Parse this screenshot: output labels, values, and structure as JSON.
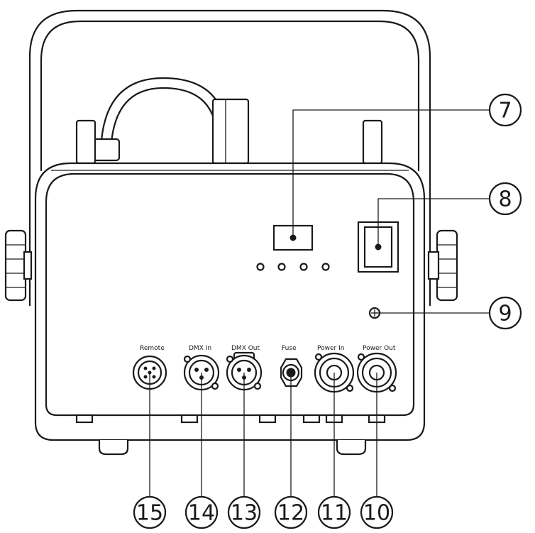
{
  "diagram": {
    "port_labels": {
      "remote": "Remote",
      "dmx_in": "DMX In",
      "dmx_out": "DMX Out",
      "fuse": "Fuse",
      "power_in": "Power In",
      "power_out": "Power Out"
    },
    "callouts": [
      "7",
      "8",
      "9",
      "10",
      "11",
      "12",
      "13",
      "14",
      "15"
    ]
  }
}
